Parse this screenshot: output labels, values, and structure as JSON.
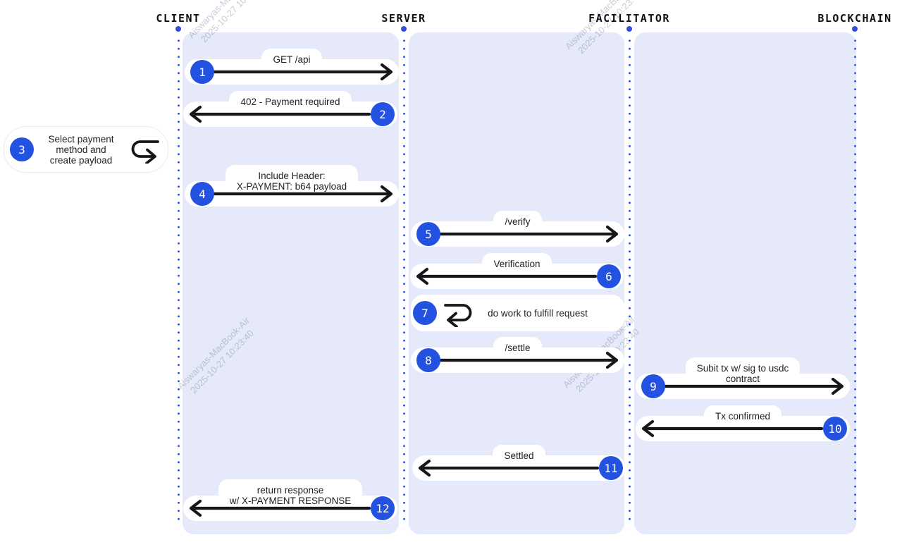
{
  "diagram": {
    "actors": [
      "CLIENT",
      "SERVER",
      "FACILITATOR",
      "BLOCKCHAIN"
    ],
    "messages": [
      {
        "number": "1",
        "label": "GET /api",
        "from": "CLIENT",
        "to": "SERVER",
        "direction": "right"
      },
      {
        "number": "2",
        "label": "402 - Payment required",
        "from": "SERVER",
        "to": "CLIENT",
        "direction": "left"
      },
      {
        "number": "3",
        "type": "self",
        "actor": "CLIENT",
        "lines": [
          "Select payment",
          "method and",
          "create payload"
        ],
        "direction": "self-right"
      },
      {
        "number": "4",
        "lines": [
          "Include Header:",
          "X-PAYMENT: b64 payload"
        ],
        "from": "CLIENT",
        "to": "SERVER",
        "direction": "right"
      },
      {
        "number": "5",
        "label": "/verify",
        "from": "SERVER",
        "to": "FACILITATOR",
        "direction": "right"
      },
      {
        "number": "6",
        "label": "Verification",
        "from": "FACILITATOR",
        "to": "SERVER",
        "direction": "left"
      },
      {
        "number": "7",
        "type": "self",
        "actor": "SERVER",
        "label": "do work to fulfill request",
        "direction": "self-left"
      },
      {
        "number": "8",
        "label": "/settle",
        "from": "SERVER",
        "to": "FACILITATOR",
        "direction": "right"
      },
      {
        "number": "9",
        "lines": [
          "Subit tx w/ sig to usdc",
          "contract"
        ],
        "from": "FACILITATOR",
        "to": "BLOCKCHAIN",
        "direction": "right"
      },
      {
        "number": "10",
        "label": "Tx confirmed",
        "from": "BLOCKCHAIN",
        "to": "FACILITATOR",
        "direction": "left"
      },
      {
        "number": "11",
        "label": "Settled",
        "from": "FACILITATOR",
        "to": "SERVER",
        "direction": "left"
      },
      {
        "number": "12",
        "lines": [
          "return response",
          "w/ X-PAYMENT RESPONSE"
        ],
        "from": "SERVER",
        "to": "CLIENT",
        "direction": "left"
      }
    ],
    "watermark": {
      "line1": "Aiswaryas-MacBook-Air",
      "line2": "2025-10-27 10:23:40"
    },
    "colors": {
      "accent_blue": "#2351e0",
      "panel_lavender": "#e5e9fa",
      "arrow_black": "#17171b",
      "bubble_white": "#ffffff"
    }
  }
}
